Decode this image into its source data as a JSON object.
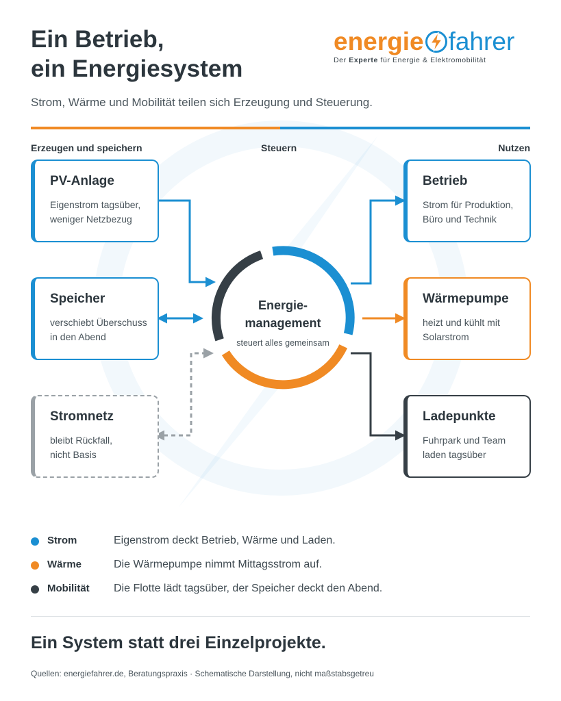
{
  "header": {
    "title_line1": "Ein Betrieb,",
    "title_line2": "ein Energiesystem",
    "subtitle": "Strom, Wärme und Mobilität teilen sich Erzeugung und Steuerung.",
    "logo": {
      "part1": "energie",
      "part2": "fahrer",
      "tagline_pre": "Der ",
      "tagline_bold": "Experte",
      "tagline_post": " für Energie & Elektromobilität"
    }
  },
  "columns": {
    "left": "Erzeugen und speichern",
    "center": "Steuern",
    "right": "Nutzen"
  },
  "center_node": {
    "title_line1": "Energie-",
    "title_line2": "management",
    "subtitle": "steuert alles gemeinsam"
  },
  "sources": [
    {
      "title": "PV-Anlage",
      "desc_line1": "Eigenstrom tagsüber,",
      "desc_line2": "weniger Netzbezug"
    },
    {
      "title": "Speicher",
      "desc_line1": "verschiebt Überschuss",
      "desc_line2": "in den Abend"
    },
    {
      "title": "Stromnetz",
      "desc_line1": "bleibt Rückfall,",
      "desc_line2": "nicht Basis"
    }
  ],
  "consumers": [
    {
      "title": "Betrieb",
      "desc_line1": "Strom für Produktion,",
      "desc_line2": "Büro und Technik"
    },
    {
      "title": "Wärmepumpe",
      "desc_line1": "heizt und kühlt mit",
      "desc_line2": "Solarstrom"
    },
    {
      "title": "Ladepunkte",
      "desc_line1": "Fuhrpark und Team",
      "desc_line2": "laden tagsüber"
    }
  ],
  "legend": [
    {
      "label": "Strom",
      "text": "Eigenstrom deckt Betrieb, Wärme und Laden."
    },
    {
      "label": "Wärme",
      "text": "Die Wärmepumpe nimmt Mittagsstrom auf."
    },
    {
      "label": "Mobilität",
      "text": "Die Flotte lädt tagsüber, der Speicher deckt den Abend."
    }
  ],
  "conclusion": "Ein System statt drei Einzelprojekte.",
  "source": "Quellen: energiefahrer.de, Beratungspraxis · Schematische Darstellung, nicht maßstabsgetreu",
  "colors": {
    "blue": "#1b8fd2",
    "orange": "#f08a24",
    "dark": "#363f46",
    "grey": "#9aa1a6"
  },
  "icons": {
    "logo": "lightning-bolt-icon"
  }
}
